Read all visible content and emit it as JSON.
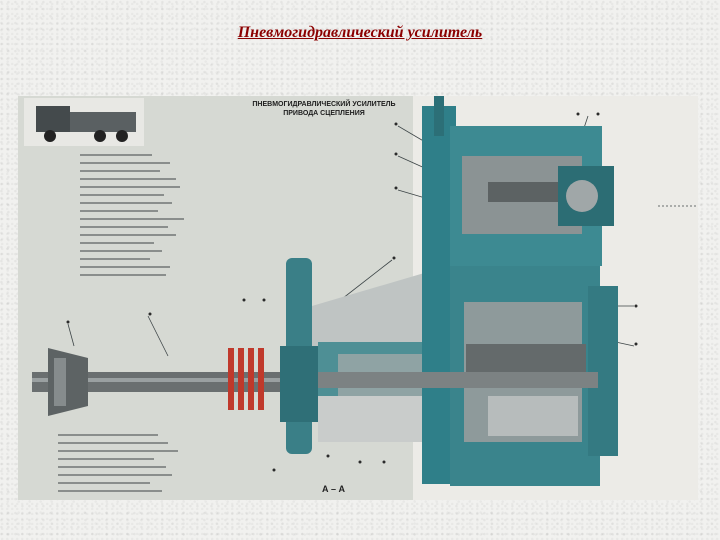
{
  "slide": {
    "title": "Пневмогидравлический усилитель"
  },
  "poster": {
    "title": "ПНЕВМОГИДРАВЛИЧЕСКИЙ УСИЛИТЕЛЬ ПРИВОДА СЦЕПЛЕНИЯ",
    "section_mark": "А – А"
  },
  "colors": {
    "title": "#8b0000",
    "housing": "#2f7f89",
    "shaft": "#6a6f70",
    "spring": "#c0392b",
    "paper": "#d9dcd6"
  }
}
